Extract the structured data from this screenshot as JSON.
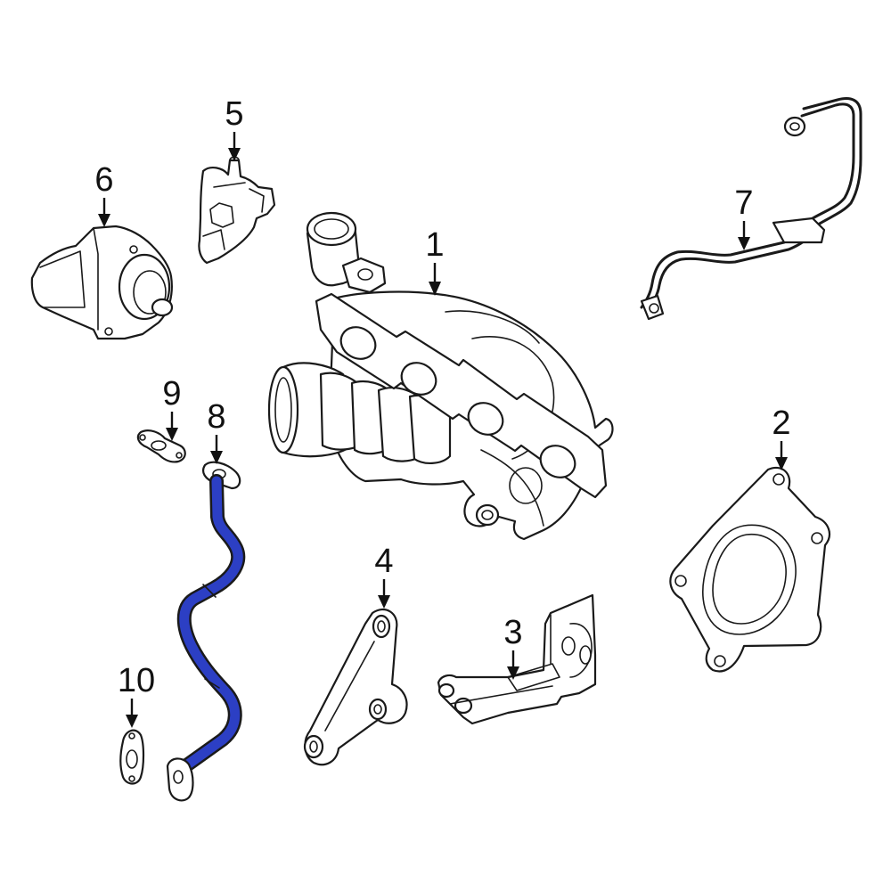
{
  "callouts": {
    "c1": "1",
    "c2": "2",
    "c3": "3",
    "c4": "4",
    "c5": "5",
    "c6": "6",
    "c7": "7",
    "c8": "8",
    "c9": "9",
    "c10": "10"
  },
  "colors": {
    "highlight": "#2c3fc4",
    "line": "#1a1a1a",
    "background": "#ffffff"
  },
  "highlighted_part": "8"
}
